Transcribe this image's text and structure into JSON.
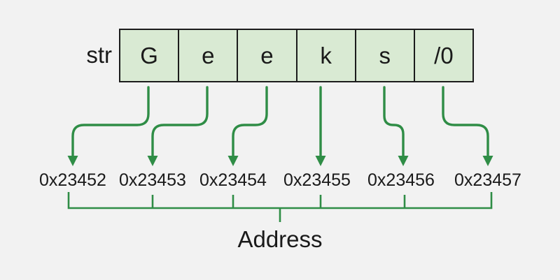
{
  "diagram": {
    "variable_label": "str",
    "cells": [
      "G",
      "e",
      "e",
      "k",
      "s",
      "/0"
    ],
    "addresses": [
      "0x23452",
      "0x23453",
      "0x23454",
      "0x23455",
      "0x23456",
      "0x23457"
    ],
    "bracket_label": "Address"
  },
  "colors": {
    "background": "#f2f2f2",
    "cell_fill": "#d9ead3",
    "cell_border": "#1c1c1c",
    "arrow_green": "#2f8d46",
    "text": "#1a1a1a"
  }
}
